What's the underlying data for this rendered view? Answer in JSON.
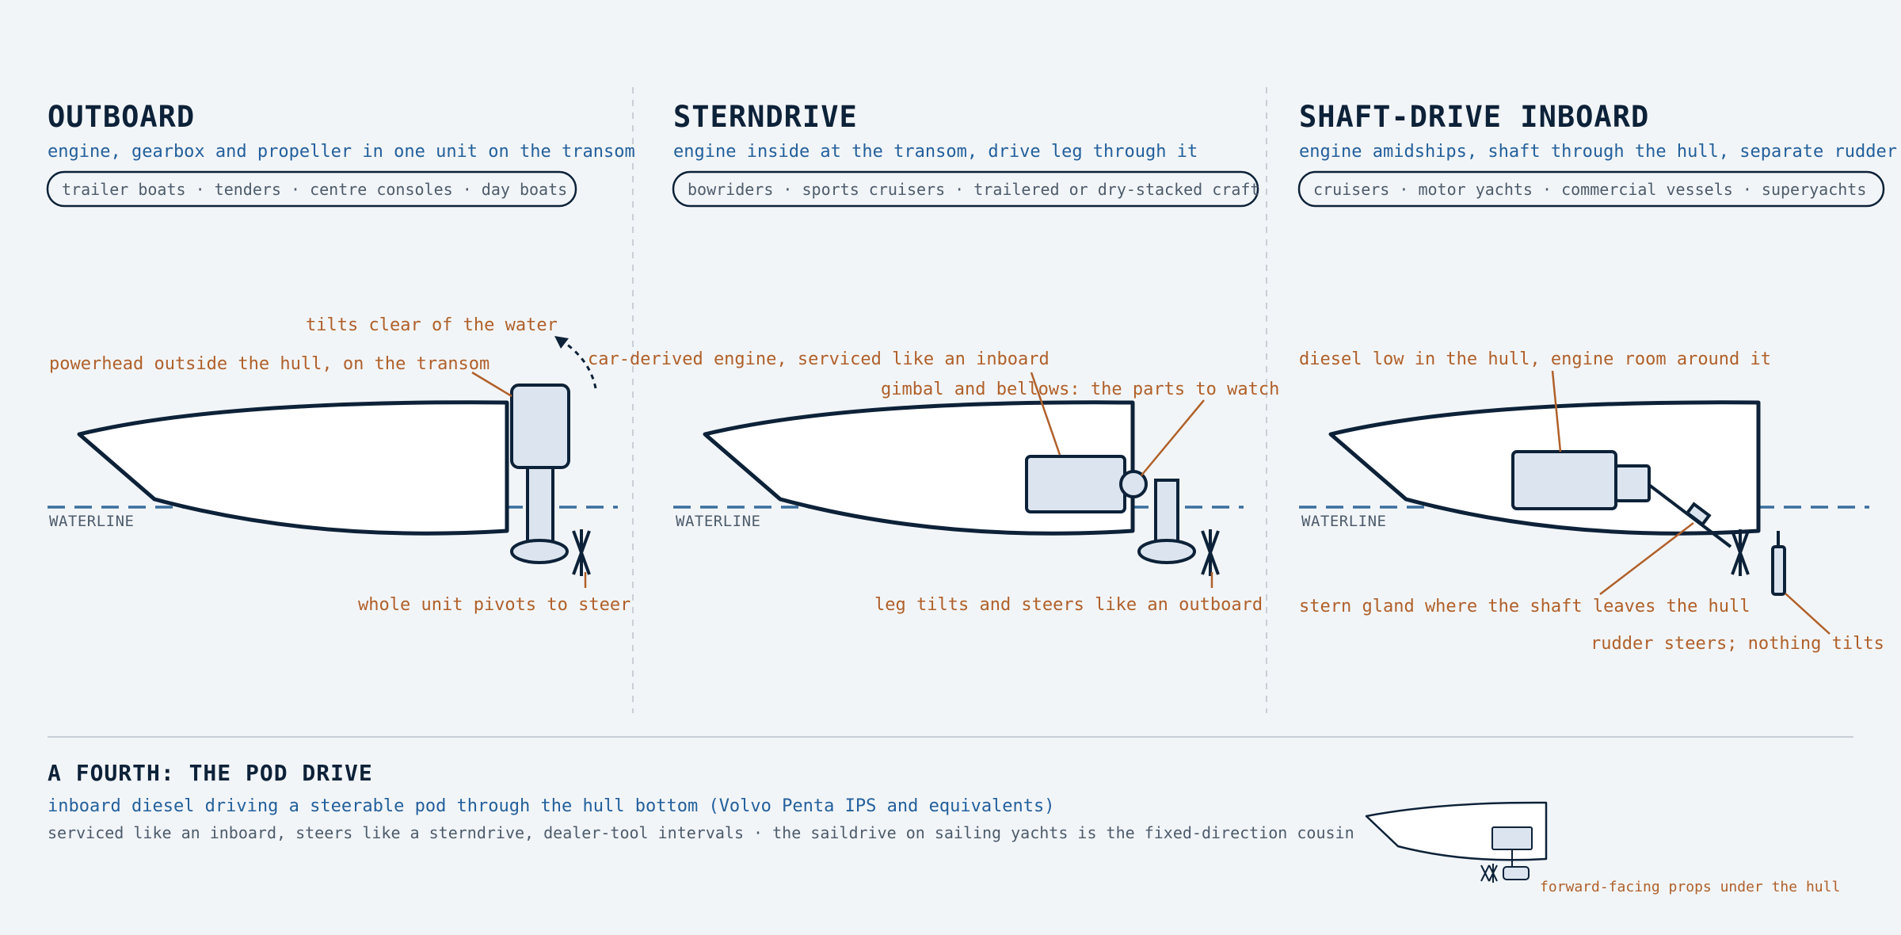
{
  "columns": [
    {
      "title": "OUTBOARD",
      "subtitle": "engine, gearbox and propeller in one unit on the transom",
      "tags": "trailer boats · tenders · centre consoles · day boats",
      "waterline": "WATERLINE",
      "notes": {
        "tilt": "tilts clear of the water",
        "powerhead": "powerhead outside the hull, on the transom",
        "pivot": "whole unit pivots to steer"
      }
    },
    {
      "title": "STERNDRIVE",
      "subtitle": "engine inside at the transom, drive leg through it",
      "tags": "bowriders · sports cruisers · trailered or dry-stacked craft",
      "waterline": "WATERLINE",
      "notes": {
        "engine": "car-derived engine, serviced like an inboard",
        "gimbal": "gimbal and bellows: the parts to watch",
        "leg": "leg tilts and steers like an outboard"
      }
    },
    {
      "title": "SHAFT-DRIVE INBOARD",
      "subtitle": "engine amidships, shaft through the hull, separate rudder",
      "tags": "cruisers · motor yachts · commercial vessels · superyachts",
      "waterline": "WATERLINE",
      "notes": {
        "diesel": "diesel low in the hull, engine room around it",
        "gland": "stern gland where the shaft leaves the hull",
        "rudder": "rudder steers; nothing tilts"
      }
    }
  ],
  "pod": {
    "title": "A FOURTH: THE POD DRIVE",
    "subtitle": "inboard diesel driving a steerable pod through the hull bottom (Volvo Penta IPS and equivalents)",
    "detail": "serviced like an inboard, steers like a sterndrive, dealer-tool intervals · the saildrive on sailing yachts is the fixed-direction cousin",
    "note": "forward-facing props under the hull"
  },
  "colors": {
    "ink": "#0d2238",
    "accent_blue": "#23609c",
    "annotation": "#b0602a",
    "part_fill": "#dce5ef",
    "background": "#f2f5f8"
  }
}
